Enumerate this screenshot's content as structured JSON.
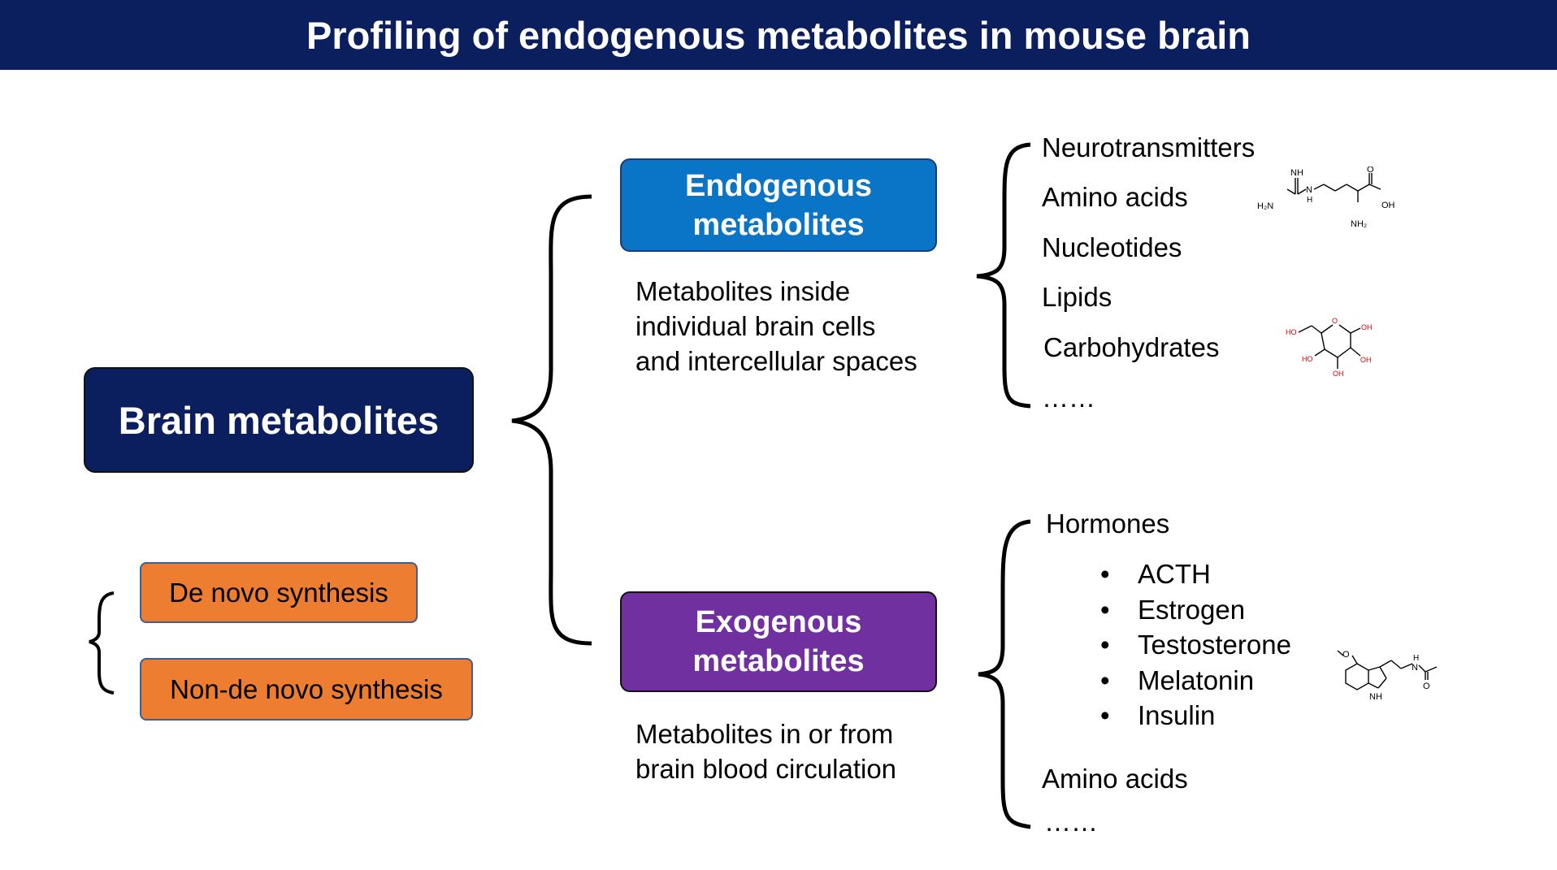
{
  "title": "Profiling of endogenous metabolites in mouse brain",
  "root": {
    "label": "Brain metabolites"
  },
  "synthesis": [
    "De novo synthesis",
    "Non-de novo synthesis"
  ],
  "endogenous": {
    "label_line1": "Endogenous",
    "label_line2": "metabolites",
    "description": [
      "Metabolites inside",
      "individual brain cells",
      "and intercellular spaces"
    ],
    "items": [
      "Neurotransmitters",
      "Amino acids",
      "Nucleotides",
      "Lipids",
      "Carbohydrates",
      "……"
    ]
  },
  "exogenous": {
    "label_line1": "Exogenous",
    "label_line2": "metabolites",
    "description": [
      "Metabolites in or from",
      "brain blood circulation"
    ],
    "hormones_label": "Hormones",
    "hormones": [
      "ACTH",
      "Estrogen",
      "Testosterone",
      "Melatonin",
      "Insulin"
    ],
    "tail": [
      "Amino acids",
      "……"
    ]
  },
  "molecules": {
    "arginine": {
      "nh": "NH",
      "h2n": "H₂N",
      "n": "N",
      "h": "H",
      "o": "O",
      "oh": "OH",
      "nh2": "NH₂"
    },
    "glucose": {
      "ho_top": "HO",
      "o": "O",
      "oh_right": "OH",
      "ho_left": "HO",
      "oh_bottom_right": "OH",
      "oh_bottom": "OH"
    },
    "melatonin": {
      "o_methoxy": "O",
      "nh_indole": "NH",
      "n": "N",
      "h": "H",
      "o_amide": "O"
    }
  },
  "colors": {
    "title_bg": "#0b1f5e",
    "root_bg": "#0b1f5e",
    "endogenous_bg": "#0a74c6",
    "exogenous_bg": "#7030a0",
    "synthesis_bg": "#ed7d31",
    "hydroxyl": "#e00000"
  }
}
